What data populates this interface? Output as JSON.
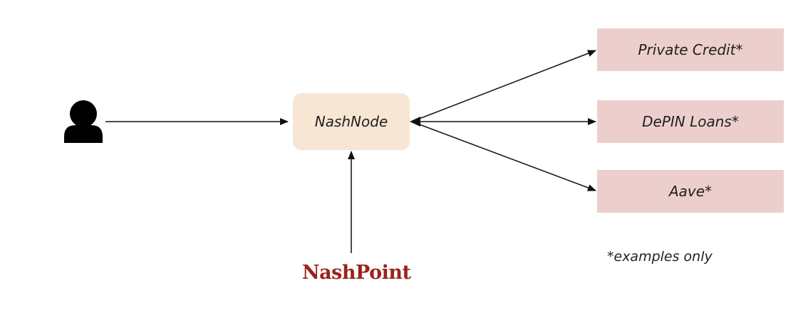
{
  "diagram": {
    "hub": {
      "label": "NashNode"
    },
    "targets": [
      {
        "label": "Private Credit*"
      },
      {
        "label": "DePIN Loans*"
      },
      {
        "label": "Aave*"
      }
    ],
    "footnote": "*examples only",
    "brand": "NashPoint",
    "user_icon": "user-icon",
    "colors": {
      "hub_fill": "#f8e6d4",
      "target_fill": "#eccfcd",
      "brand": "#9a231b",
      "arrow": "#111111"
    }
  }
}
